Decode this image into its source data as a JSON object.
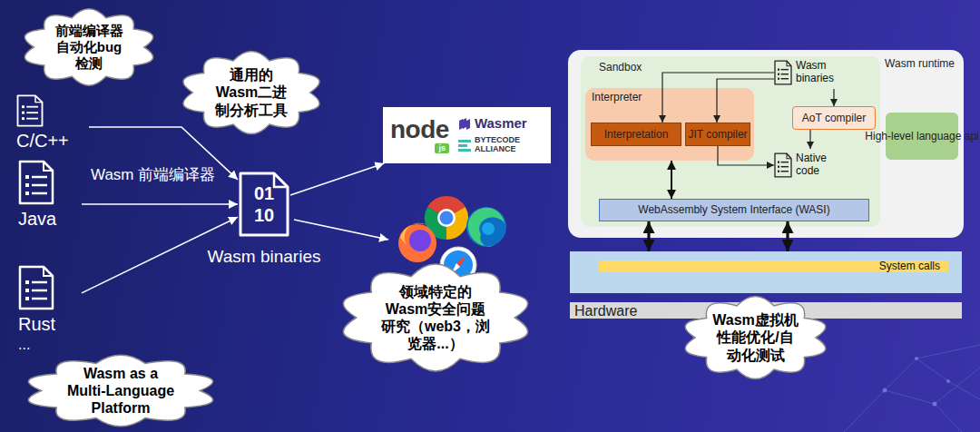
{
  "diagram": {
    "nodes": [
      {
        "text": [
          "前端编译器 自动化bug 检测"
        ]
      },
      {
        "text": [
          "通用的 Wasm二进 制分析工具"
        ]
      },
      {
        "text": [
          "C/C++"
        ]
      },
      {
        "text": [
          "Java"
        ]
      },
      {
        "text": [
          "Rust",
          "..."
        ]
      },
      {
        "text": [
          "01 10",
          "Wasm binaries"
        ]
      },
      {
        "text": [
          "node",
          "js",
          "Wasmer",
          "BYTECODE ALLIANCE"
        ]
      },
      {
        "text": [
          "领域特定的 Wasm安全问题 研究（web3，浏 览器...）"
        ]
      },
      {
        "text": [
          "Wasm as a Multi-Language Platform"
        ]
      },
      {
        "text": [
          "Wasm runtime"
        ]
      },
      {
        "text": [
          "Sandbox"
        ],
        "in": 9
      },
      {
        "text": [
          "Interpreter"
        ],
        "in": 10
      },
      {
        "text": [
          "Interpretation"
        ],
        "in": 11
      },
      {
        "text": [
          "JIT compiler"
        ],
        "in": 11
      },
      {
        "text": [
          "Wasm binaries"
        ],
        "in": 10
      },
      {
        "text": [
          "AoT compiler"
        ],
        "in": 10
      },
      {
        "text": [
          "Native code"
        ],
        "in": 10
      },
      {
        "text": [
          "WebAssembly System Interface (WASI)"
        ],
        "in": 10
      },
      {
        "text": [
          "High-level language api"
        ],
        "in": 9
      },
      {
        "text": [
          "System calls"
        ]
      },
      {
        "text": [
          "Hardware"
        ]
      },
      {
        "text": [
          "Wasm虚拟机 性能优化/自 动化测试"
        ]
      }
    ],
    "edges": [
      {
        "from": 2,
        "to": 5,
        "arrow": "to"
      },
      {
        "from": 3,
        "to": 5,
        "arrow": "to"
      },
      {
        "from": 4,
        "to": 5,
        "arrow": "to"
      },
      {
        "from": 5,
        "to": 6,
        "arrow": "to"
      },
      {
        "from": 14,
        "to": 12,
        "arrow": "to"
      },
      {
        "from": 14,
        "to": 13,
        "arrow": "to"
      },
      {
        "from": 14,
        "to": 15,
        "arrow": "to"
      },
      {
        "from": 15,
        "to": 16,
        "arrow": "to"
      },
      {
        "from": 13,
        "to": 16,
        "arrow": "to"
      },
      {
        "from": 11,
        "to": 17,
        "arrow": "both"
      },
      {
        "from": 17,
        "to": 19,
        "arrow": "both"
      },
      {
        "from": 17,
        "to": 19,
        "arrow": "both"
      }
    ],
    "labels": [
      "Wasm 前端编译器"
    ]
  }
}
